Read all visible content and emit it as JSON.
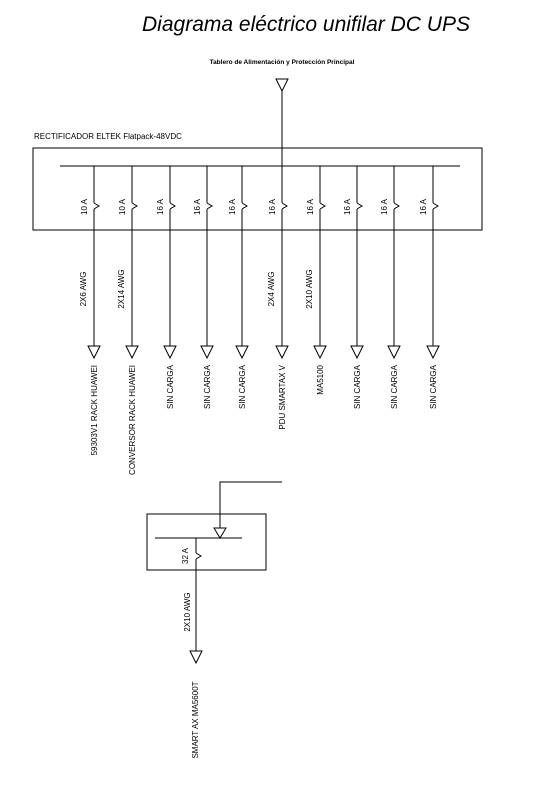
{
  "title": "Diagrama eléctrico unifilar DC UPS",
  "source_label": "Tablero de Alimentación y Protección Principal",
  "rectifier_label": "RECTIFICADOR ELTEK Flatpack-48VDC",
  "breakers": [
    {
      "rating": "10 A",
      "cable": "2X6 AWG",
      "load": "59303V1 RACK HUAWEI"
    },
    {
      "rating": "10 A",
      "cable": "2X14 AWG",
      "load": "CONVERSOR RACK HUAWEI"
    },
    {
      "rating": "16 A",
      "cable": "",
      "load": "SIN CARGA"
    },
    {
      "rating": "16 A",
      "cable": "",
      "load": "SIN CARGA"
    },
    {
      "rating": "16 A",
      "cable": "",
      "load": "SIN CARGA"
    },
    {
      "rating": "16 A",
      "cable": "2X4 AWG",
      "load": "PDU SMARTAX V"
    },
    {
      "rating": "16 A",
      "cable": "2X10 AWG",
      "load": "MA5100"
    },
    {
      "rating": "16 A",
      "cable": "",
      "load": "SIN CARGA"
    },
    {
      "rating": "16 A",
      "cable": "",
      "load": "SIN CARGA"
    },
    {
      "rating": "16 A",
      "cable": "",
      "load": "SIN CARGA"
    }
  ],
  "pdu": {
    "rating": "32 A",
    "cable": "2X10 AWG",
    "load": "SMART AX MA5600T"
  }
}
